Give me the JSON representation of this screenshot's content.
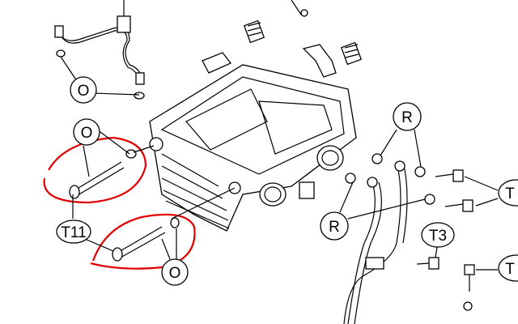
{
  "diagram": {
    "labels": {
      "o_top": "O",
      "o_left": "O",
      "t11": "T11",
      "o_bottom": "O",
      "r_top": "R",
      "r_bottom": "R",
      "t3": "T3",
      "t_right_upper": "T",
      "t_right_lower": "T"
    },
    "highlight_color": "#e00000"
  }
}
